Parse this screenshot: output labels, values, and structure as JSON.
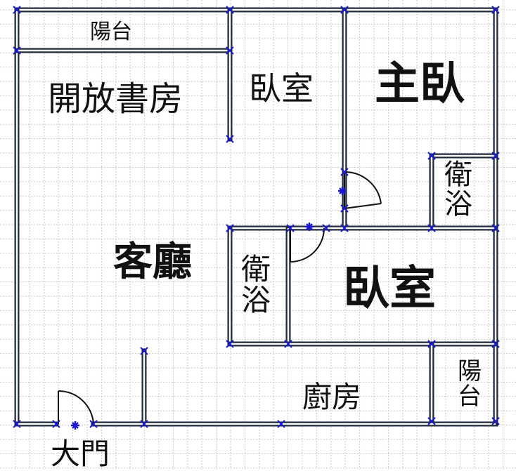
{
  "rooms": {
    "balcony_top": "陽台",
    "open_study": "開放書房",
    "bedroom_small": "臥室",
    "master_bedroom": "主臥",
    "bath_master": [
      "衛",
      "浴"
    ],
    "living_room": "客廳",
    "bath_center": [
      "衛",
      "浴"
    ],
    "bedroom_large": "臥室",
    "kitchen": "廚房",
    "balcony_right": [
      "陽",
      "台"
    ],
    "main_door": "大門"
  },
  "colors": {
    "wall": "#1f2a3a",
    "marker": "#1a1acc",
    "grid": "#c9c9c9",
    "door": "#111111"
  }
}
